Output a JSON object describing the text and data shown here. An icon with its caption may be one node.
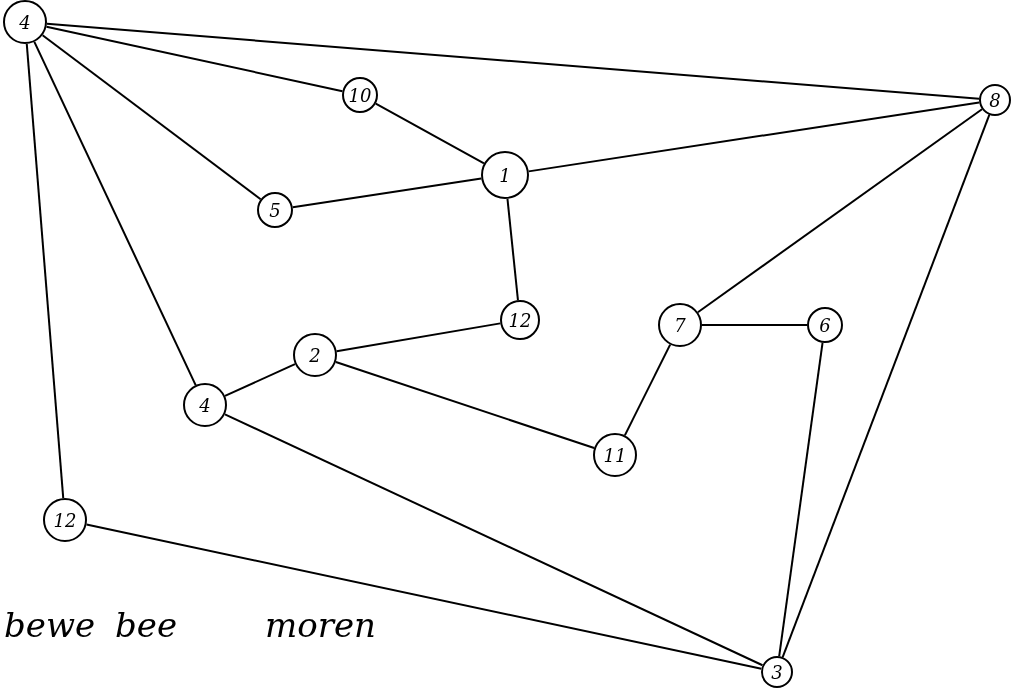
{
  "diagram": {
    "nodes": [
      {
        "text": [
          "4"
        ]
      },
      {
        "text": [
          "10"
        ]
      },
      {
        "text": [
          "8"
        ]
      },
      {
        "text": [
          "1"
        ]
      },
      {
        "text": [
          "5"
        ]
      },
      {
        "text": [
          "12"
        ]
      },
      {
        "text": [
          "7"
        ]
      },
      {
        "text": [
          "6"
        ]
      },
      {
        "text": [
          "2"
        ]
      },
      {
        "text": [
          "4"
        ]
      },
      {
        "text": [
          "11"
        ]
      },
      {
        "text": [
          "12"
        ]
      },
      {
        "text": [
          "3"
        ]
      }
    ],
    "edges": [
      {
        "from": 0,
        "to": 2,
        "arrow": "none"
      },
      {
        "from": 0,
        "to": 1,
        "arrow": "none"
      },
      {
        "from": 0,
        "to": 4,
        "arrow": "none"
      },
      {
        "from": 0,
        "to": 9,
        "arrow": "none"
      },
      {
        "from": 0,
        "to": 11,
        "arrow": "none"
      },
      {
        "from": 1,
        "to": 3,
        "arrow": "none"
      },
      {
        "from": 3,
        "to": 2,
        "arrow": "none"
      },
      {
        "from": 4,
        "to": 3,
        "arrow": "none"
      },
      {
        "from": 3,
        "to": 5,
        "arrow": "none"
      },
      {
        "from": 5,
        "to": 8,
        "arrow": "none"
      },
      {
        "from": 8,
        "to": 9,
        "arrow": "none"
      },
      {
        "from": 8,
        "to": 10,
        "arrow": "none"
      },
      {
        "from": 6,
        "to": 2,
        "arrow": "none"
      },
      {
        "from": 6,
        "to": 7,
        "arrow": "none"
      },
      {
        "from": 6,
        "to": 10,
        "arrow": "none"
      },
      {
        "from": 7,
        "to": 12,
        "arrow": "none"
      },
      {
        "from": 2,
        "to": 12,
        "arrow": "none"
      },
      {
        "from": 9,
        "to": 12,
        "arrow": "none"
      },
      {
        "from": 11,
        "to": 12,
        "arrow": "none"
      }
    ],
    "labels": [
      "bewe",
      "bee",
      "moren"
    ]
  }
}
